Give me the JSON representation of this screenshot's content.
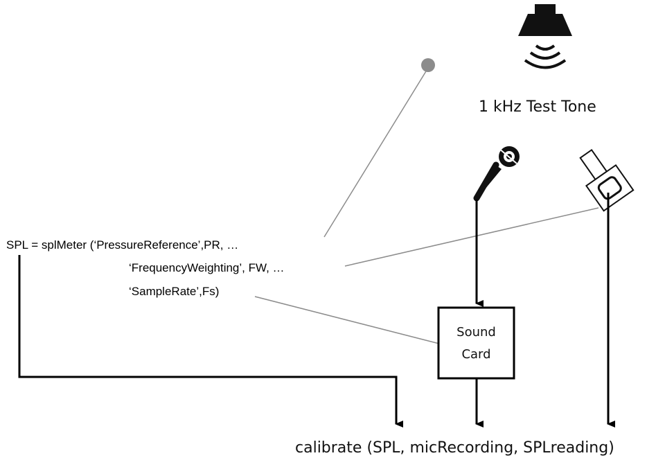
{
  "source": {
    "label": "1 kHz Test Tone"
  },
  "code": {
    "line1": "SPL = splMeter (‘PressureReference’,PR, …",
    "line2": "‘FrequencyWeighting’, FW, …",
    "line3": "‘SampleRate’,Fs)"
  },
  "sound_card": {
    "line1": "Sound",
    "line2": "Card"
  },
  "calibrate": {
    "label": "calibrate (SPL, micRecording, SPLreading)"
  },
  "colors": {
    "arrow": "#000000",
    "leader_line": "#8c8c8c",
    "dot": "#8c8c8c",
    "icon_fill": "#111111",
    "meter_fill": "#ffffff"
  }
}
